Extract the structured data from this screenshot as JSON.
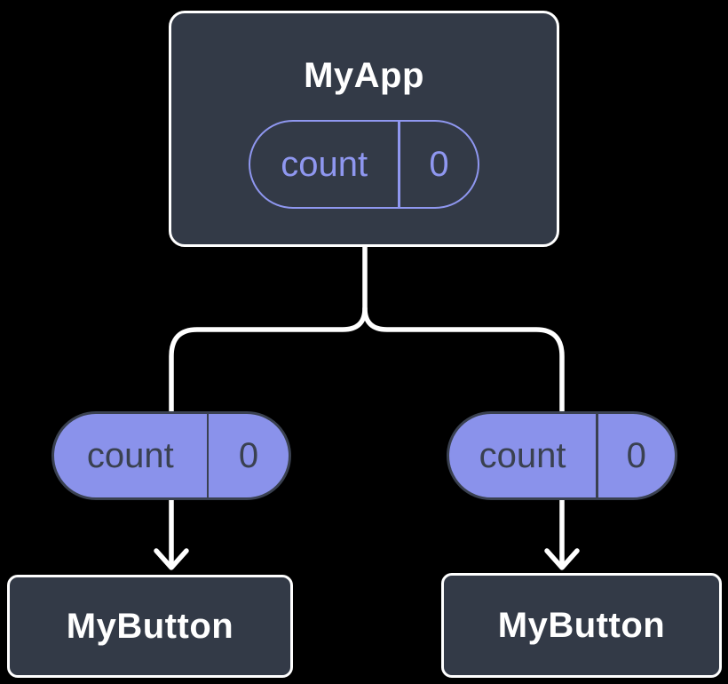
{
  "colors": {
    "background": "#000000",
    "node_fill": "#333A47",
    "node_border": "#FFFFFF",
    "node_text": "#FFFFFF",
    "purple": "#8A92EB",
    "purple_outline": "#8F97F0",
    "pill_dark": "#3A4150",
    "connector": "#FFFFFF"
  },
  "tree": {
    "root": {
      "title": "MyApp",
      "state_pill": {
        "label": "count",
        "value": "0"
      }
    },
    "edges": {
      "left_prop_pill": {
        "label": "count",
        "value": "0"
      },
      "right_prop_pill": {
        "label": "count",
        "value": "0"
      }
    },
    "children": [
      {
        "title": "MyButton"
      },
      {
        "title": "MyButton"
      }
    ]
  }
}
